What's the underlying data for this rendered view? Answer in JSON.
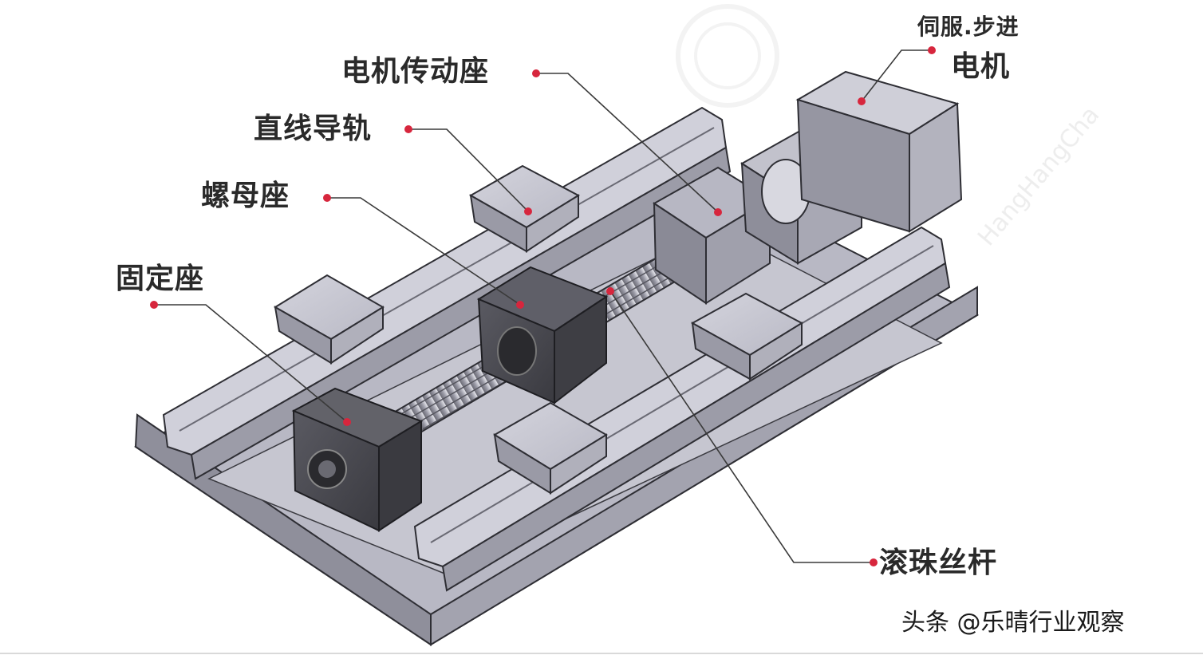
{
  "labels": {
    "motor_mount": "电机传动座",
    "linear_guide": "直线导轨",
    "nut_seat": "螺母座",
    "fixed_seat": "固定座",
    "motor_line1": "伺服.步进",
    "motor_line2": "电机",
    "ball_screw": "滚珠丝杆"
  },
  "watermark": {
    "brand": "HangHangCha"
  },
  "credit": "头条 @乐晴行业观察",
  "colors": {
    "pointer": "#d7263d",
    "leader": "#3a3a3a",
    "metal_light": "#c9c9d3",
    "metal_mid": "#a7a7b4",
    "metal_dark": "#4a4a52"
  }
}
